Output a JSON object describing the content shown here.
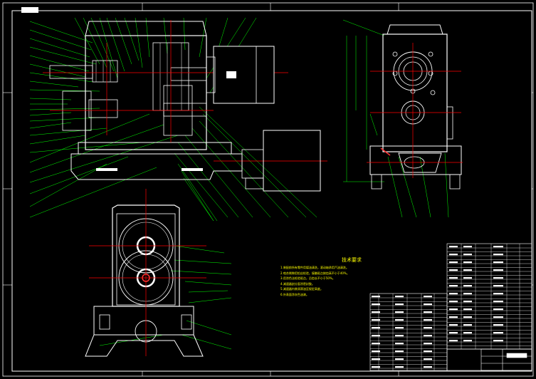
{
  "drawing": {
    "badge_text": "",
    "technical_notes": {
      "title": "技术要求",
      "lines": [
        "1.装配前所有零件用煤油清洗，滚动轴承用汽油清洗。",
        "2.啮合侧隙用铅丝检验，接触斑点按齿高不小于40%。",
        "3.用涂色法检验斑点，沿齿长不小于50%。",
        "4.减速器剖分面涂密封胶。",
        "5.减速器内装润滑油至规定高度。",
        "6.外表面涂灰色油漆。"
      ]
    },
    "colors": {
      "background": "#000000",
      "outline": "#ffffff",
      "leader": "#00ff00",
      "centerline": "#ff0000",
      "notes_text": "#ffff00",
      "title_block": "#ffffff"
    }
  }
}
